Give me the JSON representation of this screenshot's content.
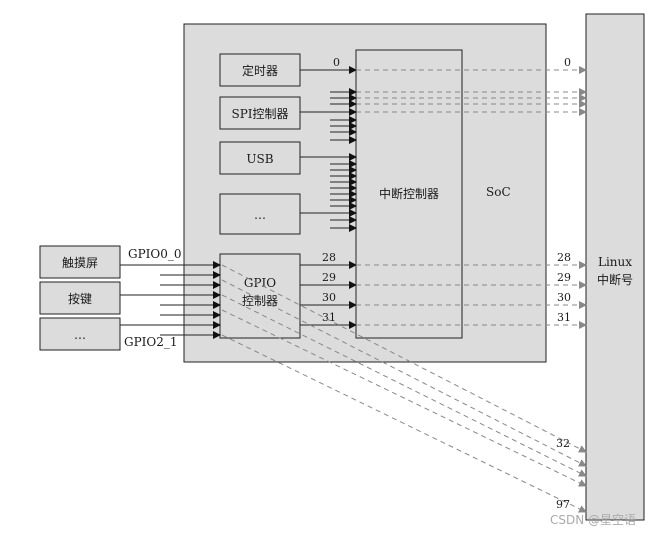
{
  "soc": {
    "label": "SoC"
  },
  "blocks": {
    "timer": "定时器",
    "spi": "SPI控制器",
    "usb": "USB",
    "other": "…",
    "gpio_line1": "GPIO",
    "gpio_line2": "控制器",
    "intc": "中断控制器"
  },
  "linux": {
    "line1": "Linux",
    "line2": "中断号"
  },
  "external": {
    "touch": "触摸屏",
    "key": "按键",
    "other": "…"
  },
  "gpio_labels": {
    "first": "GPIO0_0",
    "last": "GPIO2_1"
  },
  "irq_numbers": {
    "timer_in": "0",
    "timer_out": "0",
    "g28_in": "28",
    "g29_in": "29",
    "g30_in": "30",
    "g31_in": "31",
    "g28_out": "28",
    "g29_out": "29",
    "g30_out": "30",
    "g31_out": "31",
    "gpio_first": "32",
    "gpio_last": "97"
  },
  "watermark": "CSDN @星空语"
}
